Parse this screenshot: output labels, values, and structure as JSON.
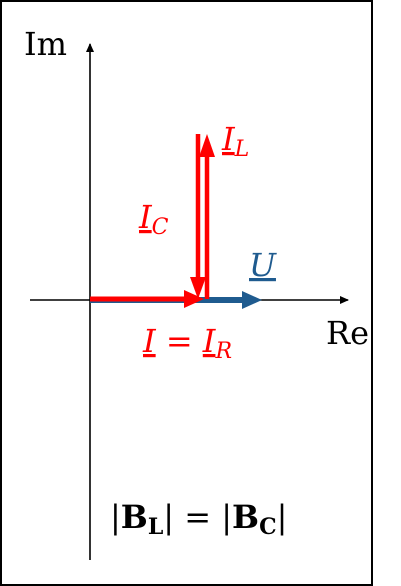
{
  "axes": {
    "imag_label": "Im",
    "real_label": "Re"
  },
  "phasors": {
    "current_L": {
      "main": "I",
      "sub": "L",
      "color": "#ff0000"
    },
    "current_C": {
      "main": "I",
      "sub": "C",
      "color": "#ff0000"
    },
    "current_total": {
      "lhs": "I",
      "equals": " = ",
      "rhs_main": "I",
      "rhs_sub": "R",
      "color": "#ff0000"
    },
    "voltage": {
      "main": "U",
      "color": "#1f5b8f"
    }
  },
  "condition": {
    "open": "|",
    "left_main": "B",
    "left_sub": "L",
    "middle": "| = |",
    "right_main": "B",
    "right_sub": "C",
    "close": "|"
  },
  "colors": {
    "axis": "#000000",
    "current": "#ff0000",
    "voltage": "#1f5b8f",
    "frame": "#000000"
  }
}
